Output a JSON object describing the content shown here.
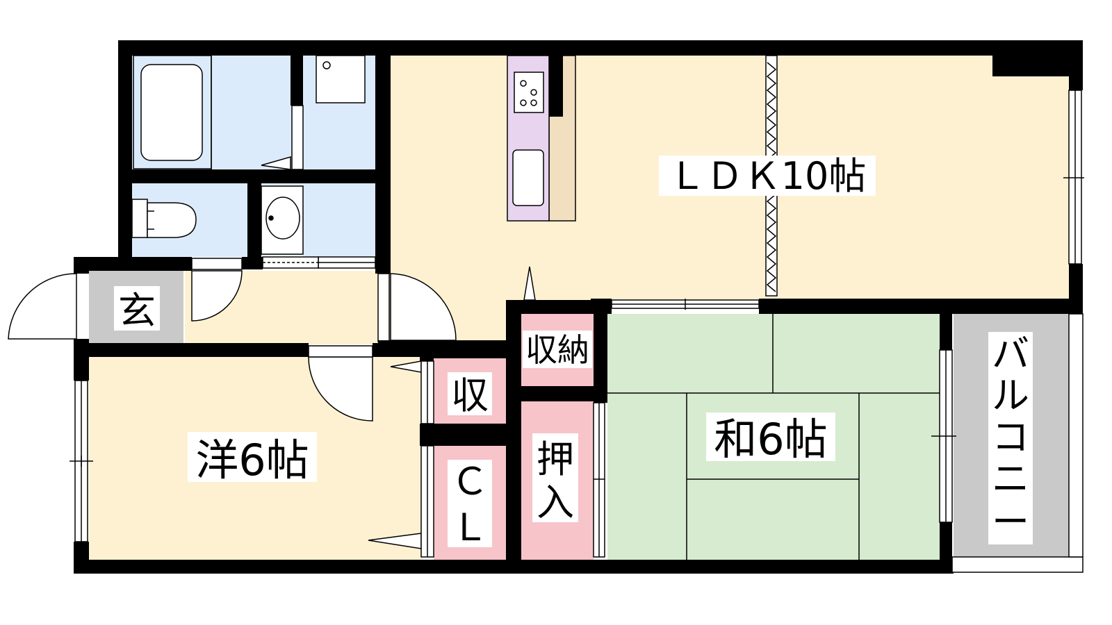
{
  "rooms": {
    "ldk": {
      "label": "ＬＤＫ10帖"
    },
    "western": {
      "label": "洋6帖"
    },
    "japanese": {
      "label": "和6帖"
    },
    "entrance": {
      "label": "玄"
    },
    "storage_ldk": {
      "label": "収納"
    },
    "storage_small": {
      "label": "収"
    },
    "closet": {
      "label_top": "Ｃ",
      "label_bottom": "Ｌ"
    },
    "oshiire": {
      "label_top": "押",
      "label_bottom": "入"
    },
    "balcony": {
      "chars": [
        "バ",
        "ル",
        "コ",
        "ニ",
        "ー"
      ]
    }
  },
  "colors": {
    "ldk": "#fdf1d2",
    "western": "#fdf1d2",
    "hall": "#fdf1d2",
    "wet": "#dcebfb",
    "tatami": "#d6ebcf",
    "storage": "#f7c4c9",
    "entrance": "#c9c9c9",
    "balcony": "#c9c9c9",
    "kitchen": "#e8d4ef",
    "counter": "#f1dfc0",
    "wall": "#000000"
  }
}
